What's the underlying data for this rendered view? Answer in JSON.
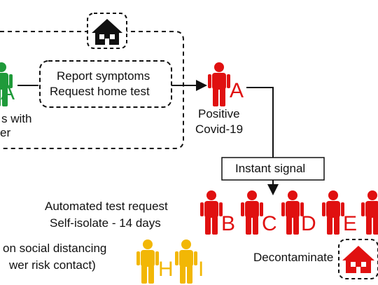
{
  "colors": {
    "green": "#1f9a3a",
    "red": "#e01010",
    "yellow": "#f2b705",
    "line": "#111111"
  },
  "left_person": {
    "letter": "A",
    "label_line1": "s with",
    "label_line2": "er"
  },
  "report_box": {
    "line1": "Report symptoms",
    "line2": "Request home test"
  },
  "positive": {
    "letter": "A",
    "line1": "Positive",
    "line2": "Covid-19"
  },
  "signal_box": {
    "label": "Instant signal"
  },
  "contacts": {
    "line1": "Automated test request",
    "line2": "Self-isolate - 14 days",
    "letters": [
      "B",
      "C",
      "D",
      "E"
    ]
  },
  "low_risk": {
    "line1": "on social distancing",
    "line2": "wer risk contact)",
    "letters": [
      "H",
      "I"
    ]
  },
  "decontaminate": {
    "label": "Decontaminate"
  },
  "icons": [
    "house-icon",
    "person-icon",
    "arrow-icon"
  ]
}
